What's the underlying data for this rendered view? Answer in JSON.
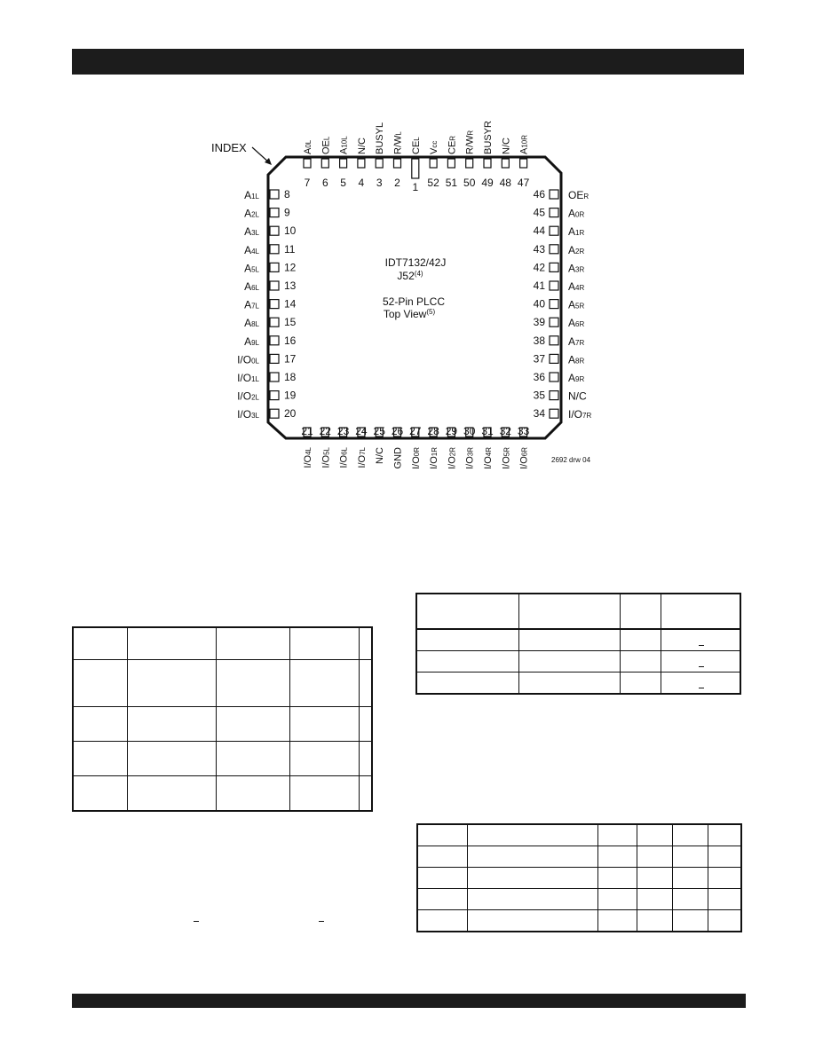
{
  "diagram": {
    "index_label": "INDEX",
    "part_number": "IDT7132/42J",
    "package_code": "J52",
    "package_code_note": "(4)",
    "package_name": "52-Pin PLCC",
    "view_label": "Top View",
    "view_label_note": "(5)",
    "drawing_ref": "2692 drw 04",
    "top_pins": [
      {
        "num": "7",
        "name": "A0L"
      },
      {
        "num": "6",
        "name": "OEL"
      },
      {
        "num": "5",
        "name": "A10L"
      },
      {
        "num": "4",
        "name": "N/C"
      },
      {
        "num": "3",
        "name": "BUSYL"
      },
      {
        "num": "2",
        "name": "R/WL"
      },
      {
        "num": "1",
        "name": "CEL"
      },
      {
        "num": "52",
        "name": "Vcc"
      },
      {
        "num": "51",
        "name": "CER"
      },
      {
        "num": "50",
        "name": "R/WR"
      },
      {
        "num": "49",
        "name": "BUSYR"
      },
      {
        "num": "48",
        "name": "N/C"
      },
      {
        "num": "47",
        "name": "A10R"
      }
    ],
    "left_pins": [
      {
        "num": "8",
        "name": "A1L"
      },
      {
        "num": "9",
        "name": "A2L"
      },
      {
        "num": "10",
        "name": "A3L"
      },
      {
        "num": "11",
        "name": "A4L"
      },
      {
        "num": "12",
        "name": "A5L"
      },
      {
        "num": "13",
        "name": "A6L"
      },
      {
        "num": "14",
        "name": "A7L"
      },
      {
        "num": "15",
        "name": "A8L"
      },
      {
        "num": "16",
        "name": "A9L"
      },
      {
        "num": "17",
        "name": "I/O0L"
      },
      {
        "num": "18",
        "name": "I/O1L"
      },
      {
        "num": "19",
        "name": "I/O2L"
      },
      {
        "num": "20",
        "name": "I/O3L"
      }
    ],
    "right_pins": [
      {
        "num": "46",
        "name": "OER"
      },
      {
        "num": "45",
        "name": "A0R"
      },
      {
        "num": "44",
        "name": "A1R"
      },
      {
        "num": "43",
        "name": "A2R"
      },
      {
        "num": "42",
        "name": "A3R"
      },
      {
        "num": "41",
        "name": "A4R"
      },
      {
        "num": "40",
        "name": "A5R"
      },
      {
        "num": "39",
        "name": "A6R"
      },
      {
        "num": "38",
        "name": "A7R"
      },
      {
        "num": "37",
        "name": "A8R"
      },
      {
        "num": "36",
        "name": "A9R"
      },
      {
        "num": "35",
        "name": "N/C"
      },
      {
        "num": "34",
        "name": "I/O7R"
      }
    ],
    "bottom_pins": [
      {
        "num": "21",
        "name": "I/O4L"
      },
      {
        "num": "22",
        "name": "I/O5L"
      },
      {
        "num": "23",
        "name": "I/O6L"
      },
      {
        "num": "24",
        "name": "I/O7L"
      },
      {
        "num": "25",
        "name": "N/C"
      },
      {
        "num": "26",
        "name": "GND"
      },
      {
        "num": "27",
        "name": "I/O0R"
      },
      {
        "num": "28",
        "name": "I/O1R"
      },
      {
        "num": "29",
        "name": "I/O2R"
      },
      {
        "num": "30",
        "name": "I/O3R"
      },
      {
        "num": "31",
        "name": "I/O4R"
      },
      {
        "num": "32",
        "name": "I/O5R"
      },
      {
        "num": "33",
        "name": "I/O6R"
      }
    ]
  },
  "colors": {
    "bar": "#1c1c1c",
    "ink": "#111111",
    "background": "#ffffff"
  }
}
